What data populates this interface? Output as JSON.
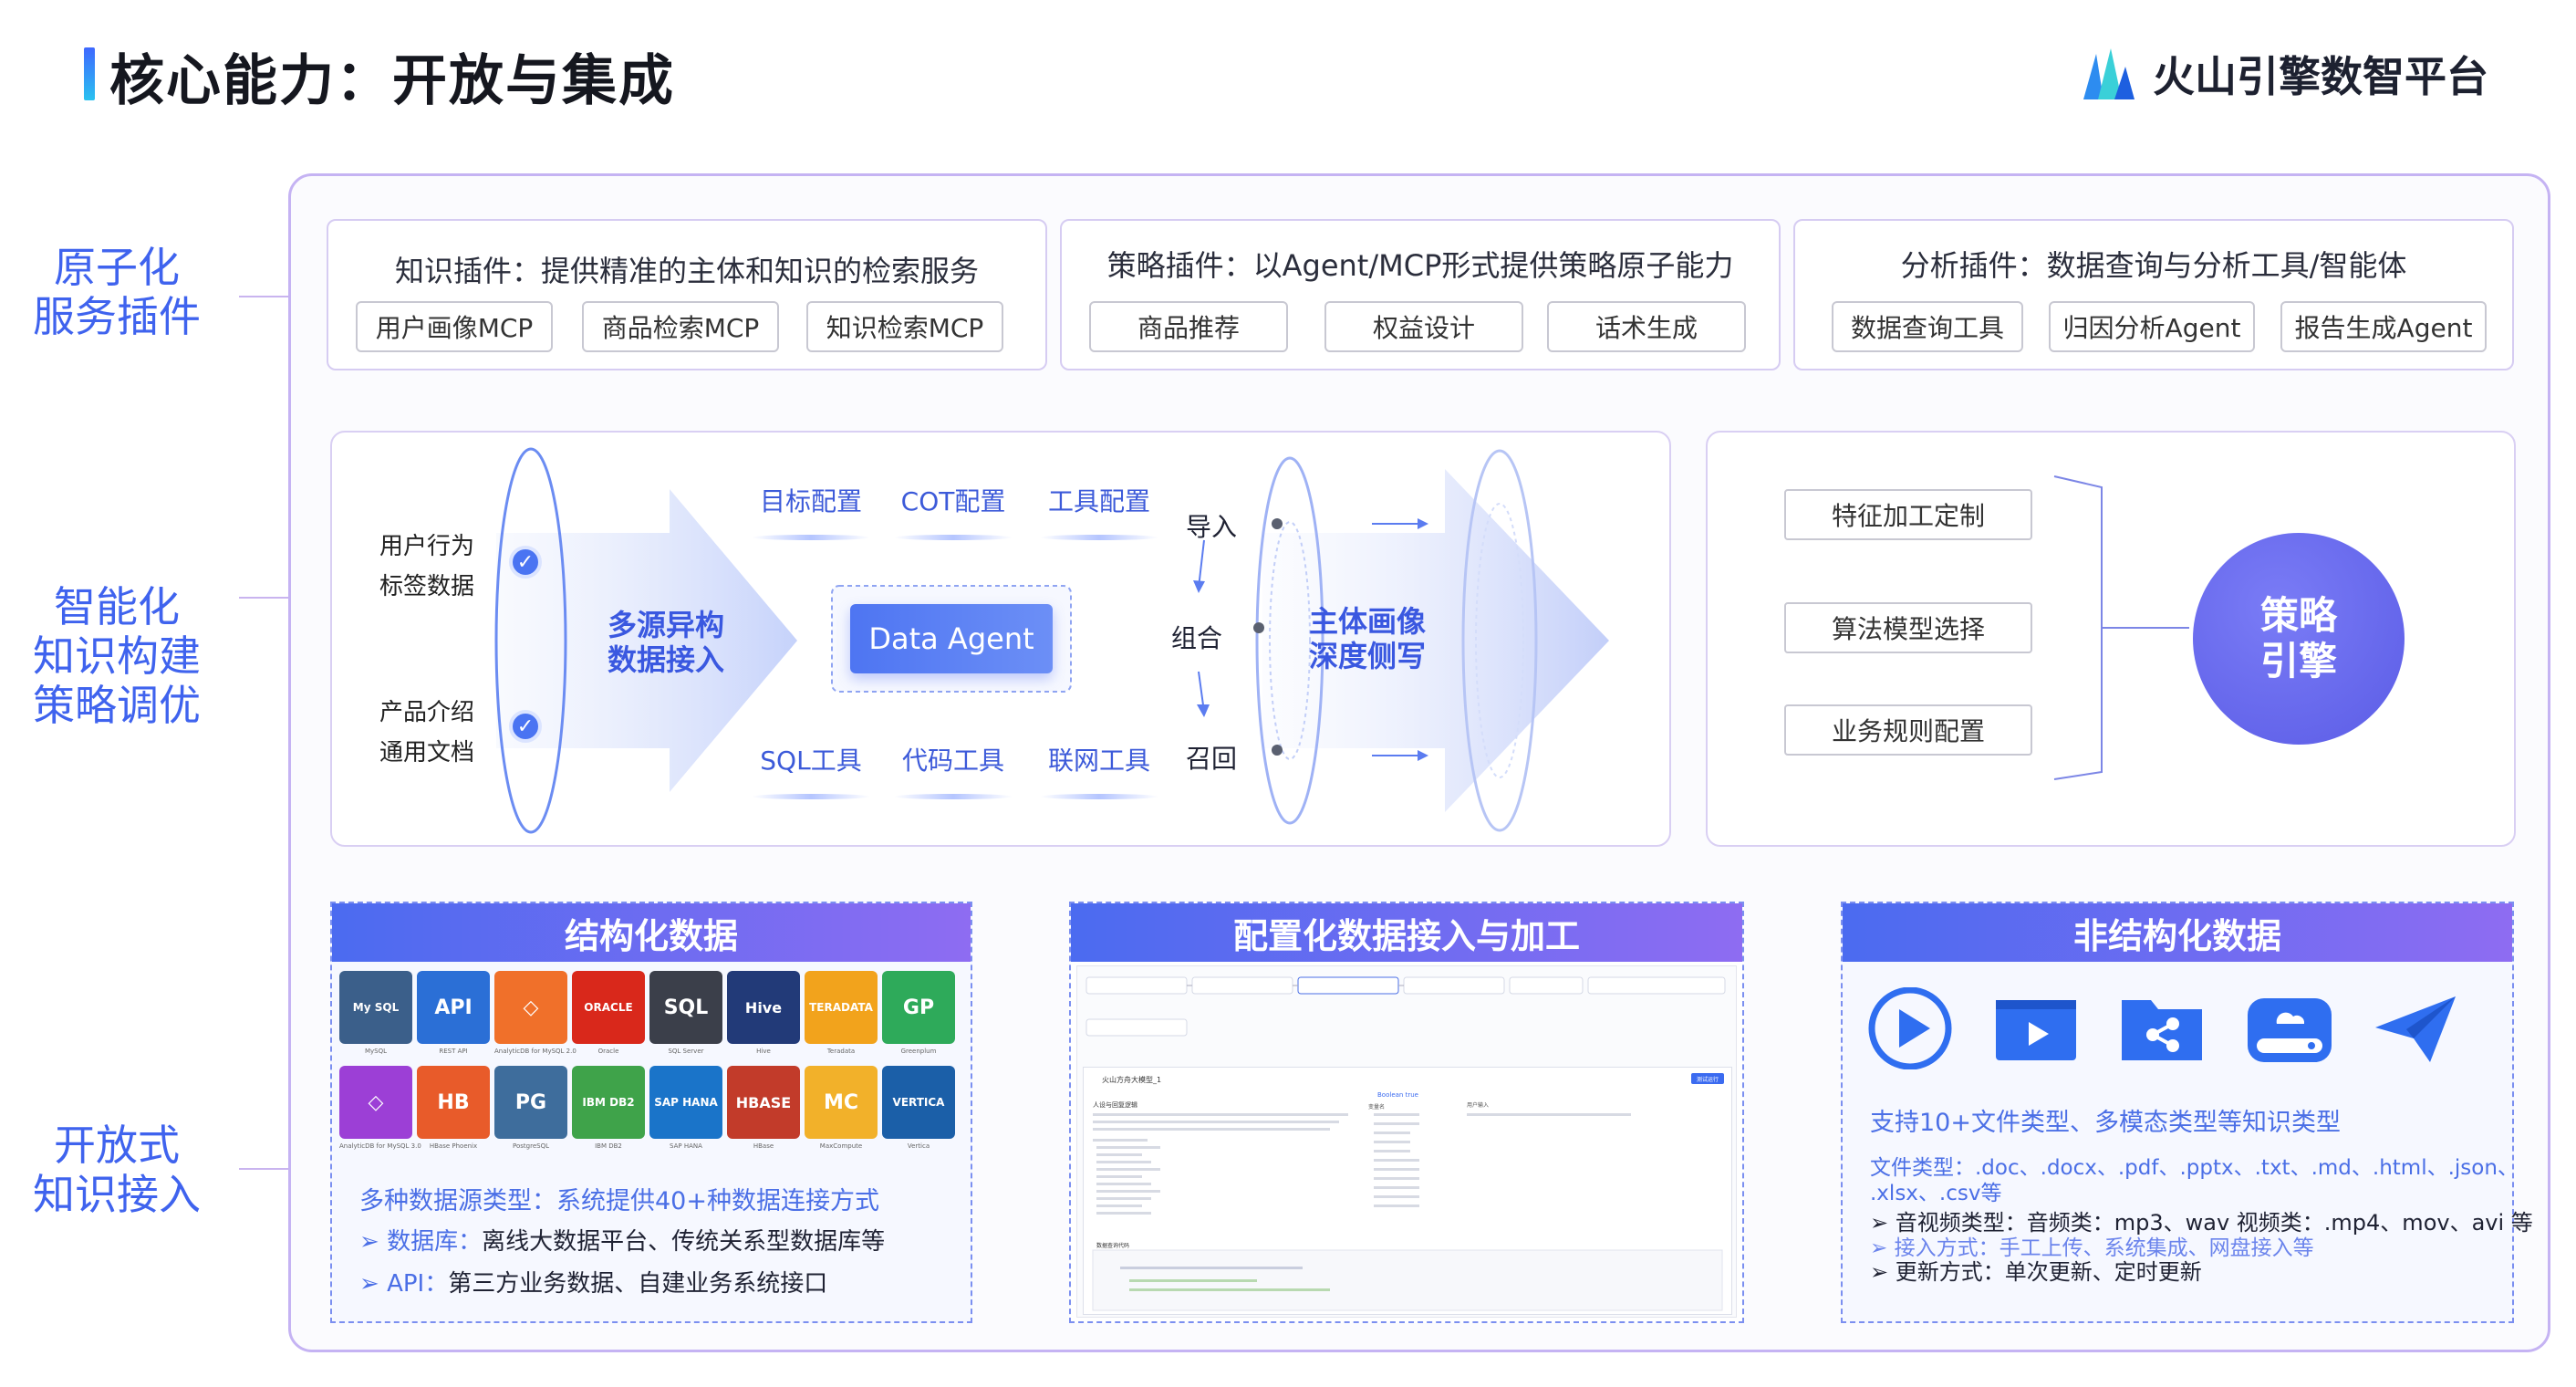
{
  "header": {
    "title": "核心能力：开放与集成",
    "brand_name": "火山引擎数智平台"
  },
  "side_labels": {
    "atomic": [
      "原子化",
      "服务插件"
    ],
    "intelligent": [
      "智能化",
      "知识构建",
      "策略调优"
    ],
    "open": [
      "开放式",
      "知识接入"
    ]
  },
  "plugins": [
    {
      "title": "知识插件：提供精准的主体和知识的检索服务",
      "chips": [
        "用户画像MCP",
        "商品检索MCP",
        "知识检索MCP"
      ]
    },
    {
      "title": "策略插件：以Agent/MCP形式提供策略原子能力",
      "chips": [
        "商品推荐",
        "权益设计",
        "话术生成"
      ]
    },
    {
      "title": "分析插件：数据查询与分析工具/智能体",
      "chips": [
        "数据查询工具",
        "归因分析Agent",
        "报告生成Agent"
      ]
    }
  ],
  "flow": {
    "inputs_top": [
      "用户行为",
      "标签数据"
    ],
    "inputs_bottom": [
      "产品介绍",
      "通用文档"
    ],
    "multi_source": [
      "多源异构",
      "数据接入"
    ],
    "configs": [
      "目标配置",
      "COT配置",
      "工具配置"
    ],
    "agent": "Data Agent",
    "tools": [
      "SQL工具",
      "代码工具",
      "联网工具"
    ],
    "steps": [
      "导入",
      "组合",
      "召回"
    ],
    "profile": [
      "主体画像",
      "深度侧写"
    ]
  },
  "engine": {
    "chips": [
      "特征加工定制",
      "算法模型选择",
      "业务规则配置"
    ],
    "circle": [
      "策略",
      "引擎"
    ]
  },
  "structured": {
    "header": "结构化数据",
    "logos": [
      {
        "label": "My SQL",
        "caption": "MySQL",
        "icon": "mysql-logo",
        "color": "#3b5f8a"
      },
      {
        "label": "API",
        "caption": "REST API",
        "icon": "api-logo",
        "color": "#2b6fd6"
      },
      {
        "label": "◇",
        "caption": "AnalyticDB for MySQL 2.0",
        "icon": "analyticdb-logo",
        "color": "#f0702a"
      },
      {
        "label": "ORACLE",
        "caption": "Oracle",
        "icon": "oracle-logo",
        "color": "#d9281b"
      },
      {
        "label": "SQL",
        "caption": "SQL Server",
        "icon": "sqlserver-logo",
        "color": "#3b3f4a"
      },
      {
        "label": "Hive",
        "caption": "Hive",
        "icon": "hive-logo",
        "color": "#223a78"
      },
      {
        "label": "TERADATA",
        "caption": "Teradata",
        "icon": "teradata-logo",
        "color": "#f2a31c"
      },
      {
        "label": "GP",
        "caption": "Greenplum",
        "icon": "greenplum-logo",
        "color": "#2eaa5a"
      },
      {
        "label": "◇",
        "caption": "AnalyticDB for MySQL 3.0",
        "icon": "analyticdb3-logo",
        "color": "#9c3fd6"
      },
      {
        "label": "HB",
        "caption": "HBase Phoenix",
        "icon": "phoenix-logo",
        "color": "#e85b2a"
      },
      {
        "label": "PG",
        "caption": "PostgreSQL",
        "icon": "postgres-logo",
        "color": "#3e6d9c"
      },
      {
        "label": "IBM DB2",
        "caption": "IBM DB2",
        "icon": "db2-logo",
        "color": "#3fa34a"
      },
      {
        "label": "SAP HANA",
        "caption": "SAP HANA",
        "icon": "saphana-logo",
        "color": "#1a74c9"
      },
      {
        "label": "HBASE",
        "caption": "HBase",
        "icon": "hbase-logo",
        "color": "#c23b2a"
      },
      {
        "label": "MC",
        "caption": "MaxCompute",
        "icon": "maxcompute-logo",
        "color": "#f2b12a"
      },
      {
        "label": "VERTICA",
        "caption": "Vertica",
        "icon": "vertica-logo",
        "color": "#1b5fa8"
      }
    ],
    "summary": "多种数据源类型：系统提供40+种数据连接方式",
    "db_key": "数据库：",
    "db_val": "离线大数据平台、传统关系型数据库等",
    "api_key": "API：",
    "api_val": "第三方业务数据、自建业务系统接口"
  },
  "config": {
    "header": "配置化数据接入与加工",
    "window_title": "火山方舟大模型_1",
    "run_btn": "测试运行",
    "section": "人设与回复逻辑",
    "var_label": "Boolean true",
    "var_col": "变量名",
    "user_col": "用户输入",
    "code_tab": "数据查询代码"
  },
  "unstructured": {
    "header": "非结构化数据",
    "support": "支持10+文件类型、多模态类型等知识类型",
    "file_key": "文件类型：",
    "file_val": ".doc、.docx、.pdf、.pptx、.txt、.md、.html、.json、",
    "file_val2": ".xlsx、.csv等",
    "av_key": "音视频类型：",
    "av_val": "音频类：mp3、wav 视频类：.mp4、mov、avi 等",
    "access_key": "接入方式：",
    "access_val": "手工上传、系统集成、网盘接入等",
    "update_key": "更新方式：",
    "update_val": "单次更新、定时更新",
    "icons": [
      "play-icon",
      "video-icon",
      "folder-share-icon",
      "cloud-drive-icon",
      "send-icon"
    ]
  },
  "colors": {
    "accent_blue": "#3a58e0",
    "accent_purple": "#5b5ce6",
    "frame": "#c5b3f3"
  }
}
